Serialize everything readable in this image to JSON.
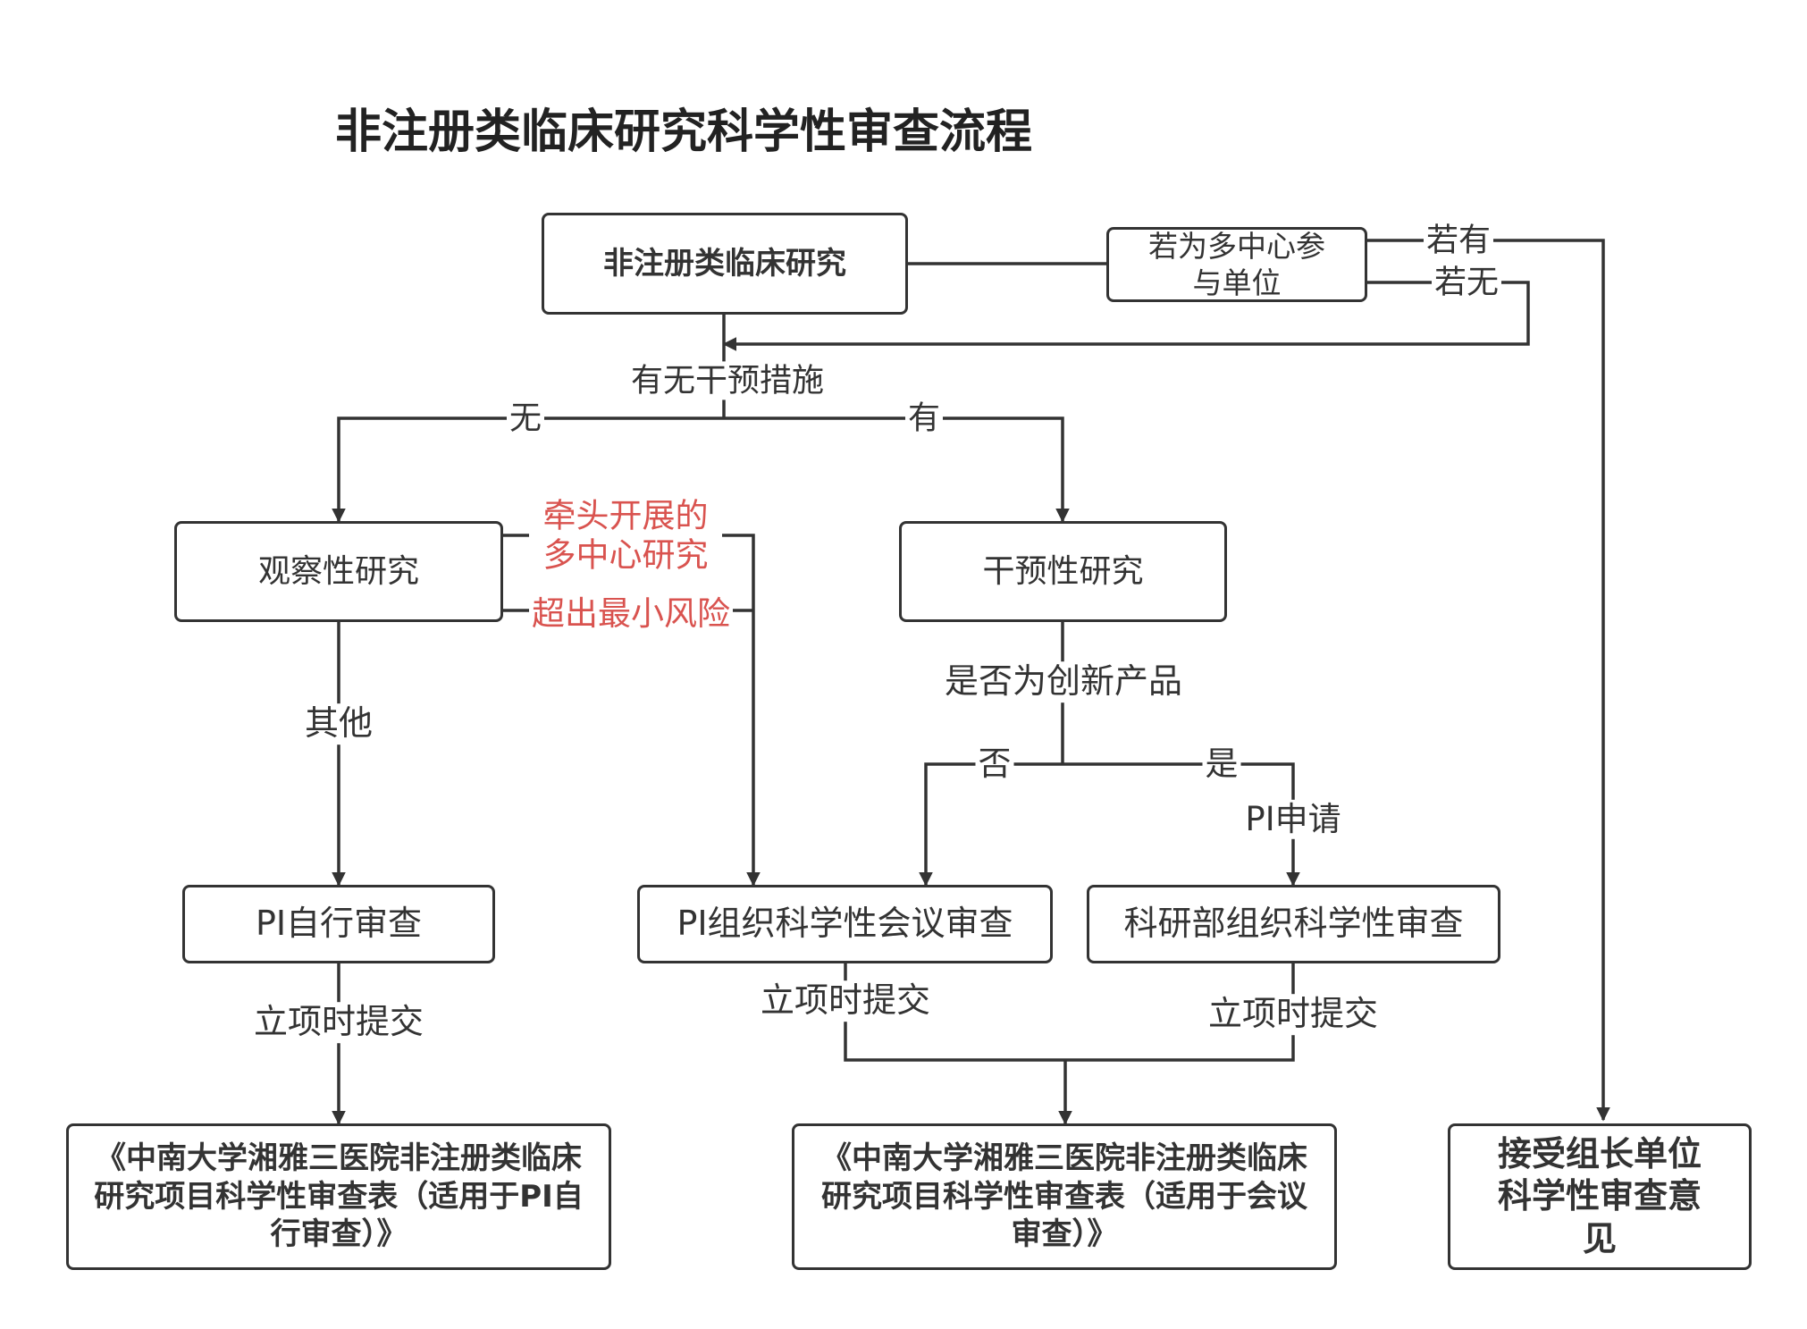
{
  "title": "非注册类临床研究科学性审查流程",
  "nodes": {
    "start": "非注册类临床研究",
    "multicenter": "若为多中心参与单位",
    "observational": "观察性研究",
    "interventional": "干预性研究",
    "pi_self_review": "PI自行审查",
    "pi_meeting_review": "PI组织科学性会议审查",
    "dept_review": "科研部组织科学性审查",
    "form_self": "《中南大学湘雅三医院非注册类临床研究项目科学性审查表（适用于PI自行审查）》",
    "form_meeting": "《中南大学湘雅三医院非注册类临床研究项目科学性审查表（适用于会议审查）》",
    "accept_lead": "接受组长单位科学性审查意见"
  },
  "labels": {
    "if_yes": "若有",
    "if_no": "若无",
    "intervention_q": "有无干预措施",
    "none": "无",
    "has": "有",
    "lead_multicenter": "牵头开展的多中心研究",
    "exceeds_risk": "超出最小风险",
    "other": "其他",
    "innovative_q": "是否为创新产品",
    "no": "否",
    "yes": "是",
    "pi_apply": "PI申请",
    "submit_1": "立项时提交",
    "submit_2": "立项时提交",
    "submit_3": "立项时提交"
  },
  "colors": {
    "line": "#333333",
    "highlight": "#d9534f"
  }
}
